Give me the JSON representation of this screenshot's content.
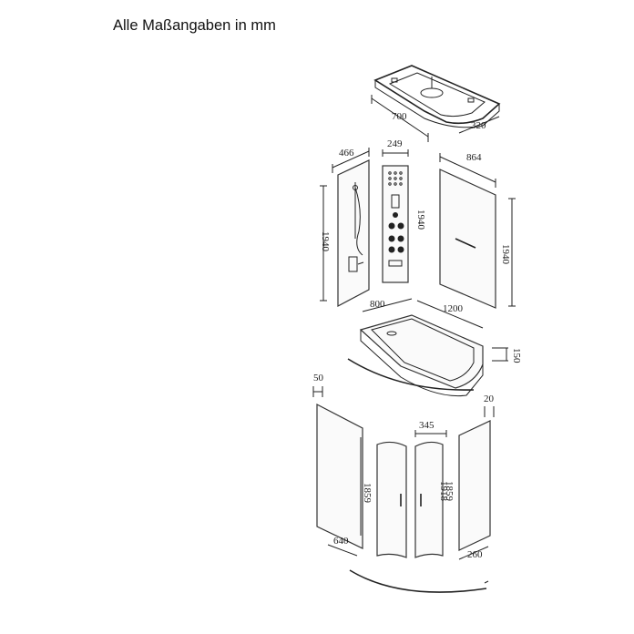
{
  "header": {
    "title": "Alle Maßangaben in mm"
  },
  "dimensions": {
    "roof_width": "700",
    "roof_depth": "320",
    "left_panel_width": "466",
    "column_width": "249",
    "right_panel_width": "864",
    "left_panel_height": "1940",
    "column_height": "1940",
    "right_panel_height": "1940",
    "tray_width": "800",
    "tray_length": "1200",
    "tray_height": "150",
    "fixed_glass_gap": "50",
    "side_glass_height": "1859",
    "side_glass_width": "640",
    "door_width": "345",
    "door_height": "1918",
    "right_glass_height": "1859",
    "right_glass_gap": "20",
    "right_glass_width": "260"
  }
}
